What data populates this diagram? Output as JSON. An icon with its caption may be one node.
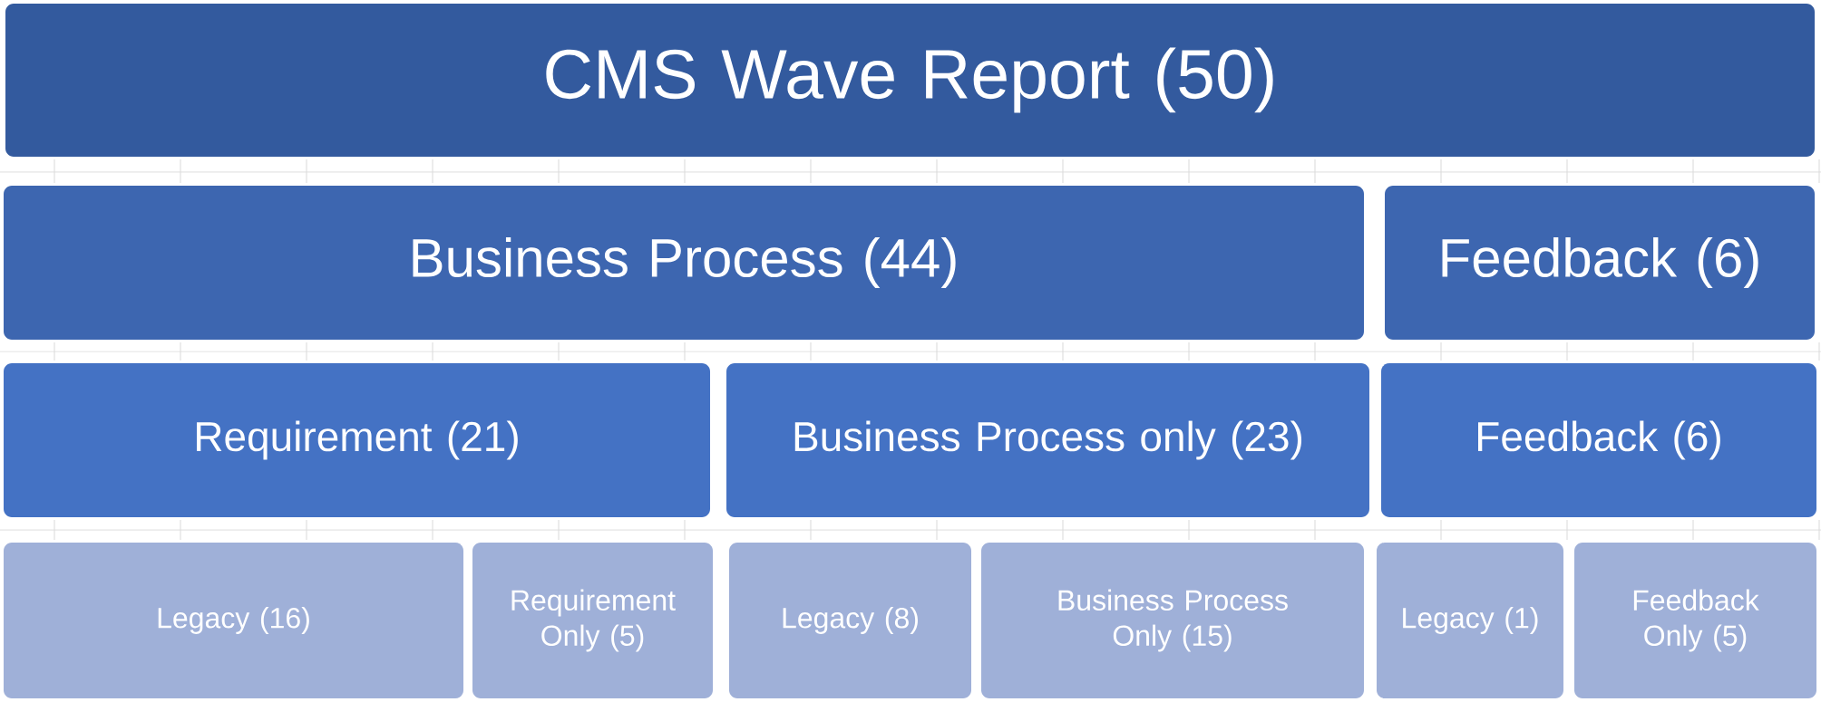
{
  "diagram": {
    "nodes": [
      {
        "text": [
          "CMS Wave Report (50)"
        ]
      },
      {
        "text": [
          "Business Process (44)"
        ]
      },
      {
        "text": [
          "Feedback (6)"
        ]
      },
      {
        "text": [
          "Requirement (21)"
        ]
      },
      {
        "text": [
          "Business Process only (23)"
        ]
      },
      {
        "text": [
          "Feedback (6)"
        ]
      },
      {
        "text": [
          "Legacy (16)"
        ]
      },
      {
        "text": [
          "Requirement Only (5)"
        ]
      },
      {
        "text": [
          "Legacy (8)"
        ]
      },
      {
        "text": [
          "Business Process Only (15)"
        ]
      },
      {
        "text": [
          "Legacy (1)"
        ]
      },
      {
        "text": [
          "Feedback Only (5)"
        ]
      }
    ]
  }
}
